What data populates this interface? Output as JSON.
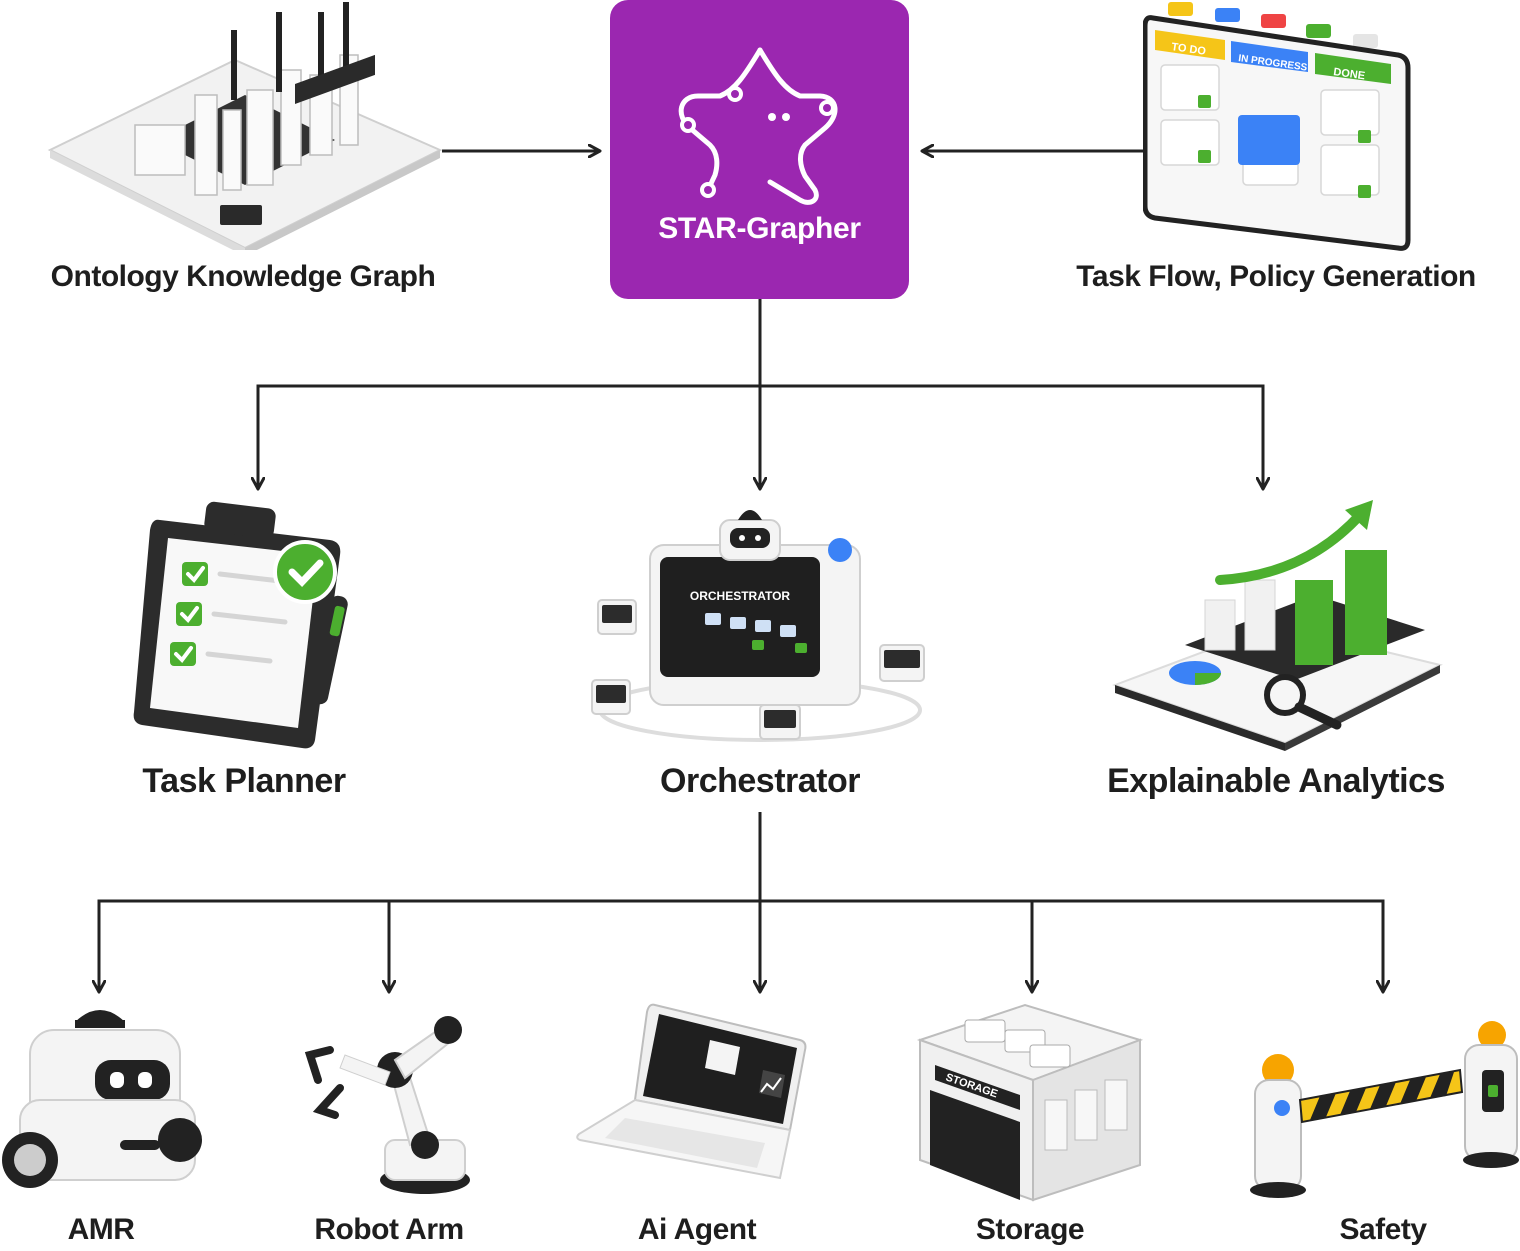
{
  "hub": {
    "title": "STAR-Grapher",
    "icon": "star-graph-icon",
    "color": "#9b27b0"
  },
  "inputs": {
    "left": {
      "label": "Ontology Knowledge Graph",
      "icon": "factory-isometric-icon"
    },
    "right": {
      "label": "Task Flow, Policy Generation",
      "icon": "kanban-board-icon"
    },
    "kanban_columns": [
      "TO DO",
      "IN PROGRESS",
      "DONE"
    ]
  },
  "middle": [
    {
      "label": "Task Planner",
      "icon": "clipboard-checklist-icon"
    },
    {
      "label": "Orchestrator",
      "icon": "orchestrator-server-icon",
      "screen_label": "ORCHESTRATOR"
    },
    {
      "label": "Explainable Analytics",
      "icon": "growth-chart-icon"
    }
  ],
  "bottom": [
    {
      "label": "AMR",
      "icon": "amr-robot-icon"
    },
    {
      "label": "Robot Arm",
      "icon": "robot-arm-icon"
    },
    {
      "label": "Ai Agent",
      "icon": "laptop-icon"
    },
    {
      "label": "Storage",
      "icon": "storage-unit-icon",
      "sign": "STORAGE"
    },
    {
      "label": "Safety",
      "icon": "safety-barrier-icon"
    }
  ],
  "colors": {
    "line": "#222222",
    "accent_green": "#4caf2f",
    "text": "#1e1e1e"
  }
}
